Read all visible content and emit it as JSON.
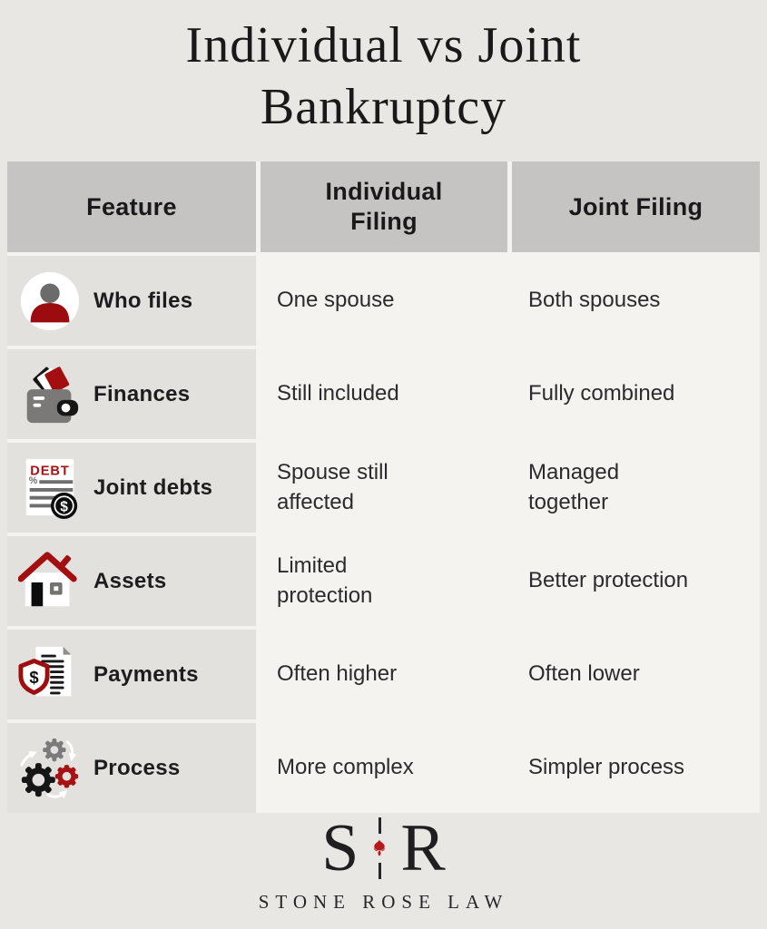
{
  "page": {
    "background": "#e9e7e3",
    "title_line1": "Individual vs Joint",
    "title_line2": "Bankruptcy"
  },
  "table": {
    "columns": [
      "Feature",
      "Individual\nFiling",
      "Joint Filing"
    ],
    "rows": [
      {
        "icon": "person-icon",
        "feature": "Who files",
        "individual": "One spouse",
        "joint": "Both spouses"
      },
      {
        "icon": "wallet-icon",
        "feature": "Finances",
        "individual": "Still included",
        "joint": "Fully combined"
      },
      {
        "icon": "debt-document-icon",
        "feature": "Joint debts",
        "individual": "Spouse still\naffected",
        "joint": "Managed\ntogether"
      },
      {
        "icon": "house-icon",
        "feature": "Assets",
        "individual": "Limited\nprotection",
        "joint": "Better protection"
      },
      {
        "icon": "shield-document-icon",
        "feature": "Payments",
        "individual": "Often higher",
        "joint": "Often lower"
      },
      {
        "icon": "gears-icon",
        "feature": "Process",
        "individual": "More complex",
        "joint": "Simpler process"
      }
    ],
    "colors": {
      "header_bg": "#c6c4c2",
      "feature_cell_bg": "#e3e1dd",
      "value_cell_bg": "#f4f3f0",
      "gap": "#f4f3ef",
      "accent_red": "#a30f10",
      "icon_gray": "#7b7977",
      "icon_black": "#161616"
    }
  },
  "icons": {
    "debt_label": "DEBT",
    "dollar": "$",
    "percent": "%"
  },
  "footer": {
    "logo_left": "S",
    "logo_right": "R",
    "brand": "STONE ROSE LAW",
    "rose_color": "#b5191c"
  },
  "chart_data": {
    "type": "table",
    "title": "Individual vs Joint Bankruptcy",
    "columns": [
      "Feature",
      "Individual Filing",
      "Joint Filing"
    ],
    "rows": [
      [
        "Who files",
        "One spouse",
        "Both spouses"
      ],
      [
        "Finances",
        "Still included",
        "Fully combined"
      ],
      [
        "Joint debts",
        "Spouse still affected",
        "Managed together"
      ],
      [
        "Assets",
        "Limited protection",
        "Better protection"
      ],
      [
        "Payments",
        "Often higher",
        "Often lower"
      ],
      [
        "Process",
        "More complex",
        "Simpler process"
      ]
    ]
  }
}
